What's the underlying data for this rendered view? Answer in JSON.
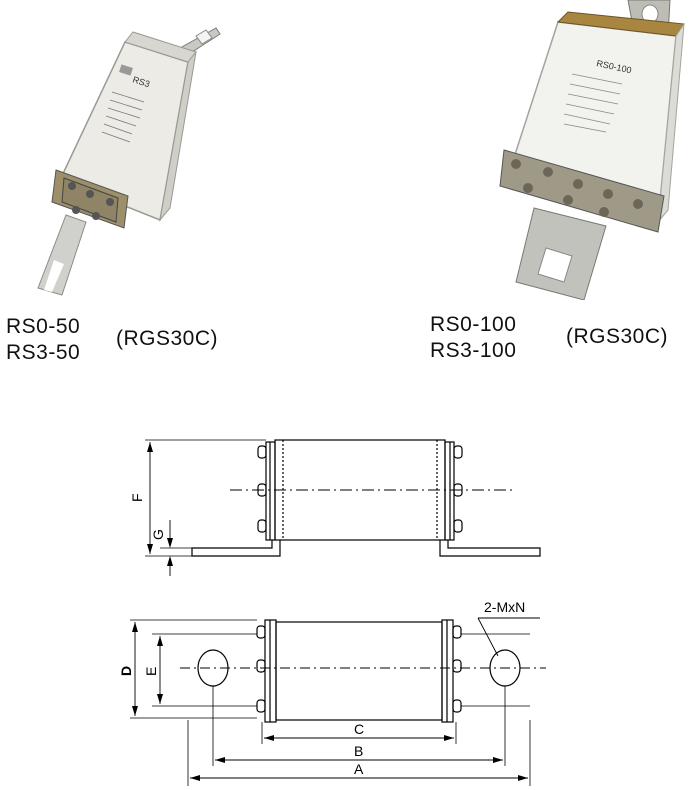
{
  "products": [
    {
      "models": [
        "RS0-50",
        "RS3-50"
      ],
      "type": "(RGS30C)",
      "body_marking": "RS3"
    },
    {
      "models": [
        "RS0-100",
        "RS3-100"
      ],
      "type": "(RGS30C)",
      "body_marking": "RS0-100"
    }
  ],
  "drawing": {
    "side_view_labels": {
      "height": "F",
      "lug_offset": "G"
    },
    "top_view_labels": {
      "outer_width": "D",
      "body_width": "E",
      "hole": "2-MxN"
    },
    "length_labels": {
      "inner": "C",
      "middle": "B",
      "overall": "A"
    }
  },
  "colors": {
    "body": "#e9e9e3",
    "metal": "#b7b7b0",
    "line": "#000000"
  }
}
